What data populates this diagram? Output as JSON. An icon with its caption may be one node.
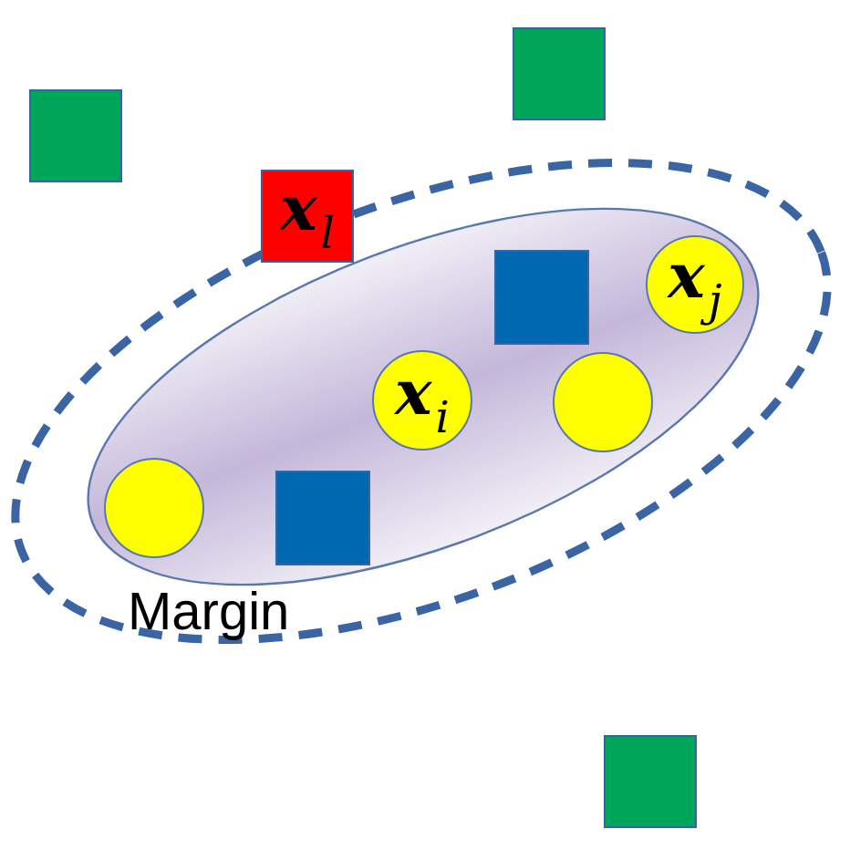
{
  "diagram": {
    "nodes": [
      {
        "text": [],
        "shape": "box"
      },
      {
        "text": [],
        "shape": "box"
      },
      {
        "text": [
          "**x**$_{l}$"
        ]
      },
      {
        "text": [],
        "shape": "ellipse"
      },
      {
        "text": [
          "**x**$_{j}$"
        ],
        "in": 3
      },
      {
        "text": [],
        "shape": "box",
        "in": 3
      },
      {
        "text": [
          "**x**$_{i}$"
        ],
        "in": 3
      },
      {
        "text": [],
        "shape": "circle",
        "in": 3
      },
      {
        "text": [],
        "shape": "circle",
        "in": 3
      },
      {
        "text": [],
        "shape": "box",
        "in": 3
      },
      {
        "text": [],
        "shape": "box"
      }
    ],
    "labels": [
      "Margin"
    ]
  }
}
